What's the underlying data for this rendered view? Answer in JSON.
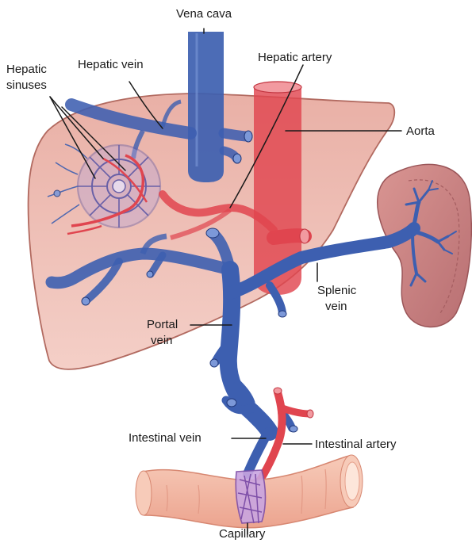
{
  "labels": {
    "vena_cava": "Vena cava",
    "hepatic_artery": "Hepatic artery",
    "hepatic_vein": "Hepatic vein",
    "hepatic_sinuses_line1": "Hepatic",
    "hepatic_sinuses_line2": "sinuses",
    "aorta": "Aorta",
    "splenic_vein_line1": "Splenic",
    "splenic_vein_line2": "vein",
    "portal_vein_line1": "Portal",
    "portal_vein_line2": "vein",
    "intestinal_vein": "Intestinal vein",
    "intestinal_artery": "Intestinal artery",
    "capillary": "Capillary"
  },
  "colors": {
    "liver": "#e7a79c",
    "liver_edge": "#b26a60",
    "vein": "#3d5fb0",
    "vein_dark": "#22397a",
    "artery": "#e0454f",
    "artery_light": "#f29aa0",
    "spleen": "#c98283",
    "intestine": "#f2b7a2",
    "capillary": "#9a6ec2"
  }
}
